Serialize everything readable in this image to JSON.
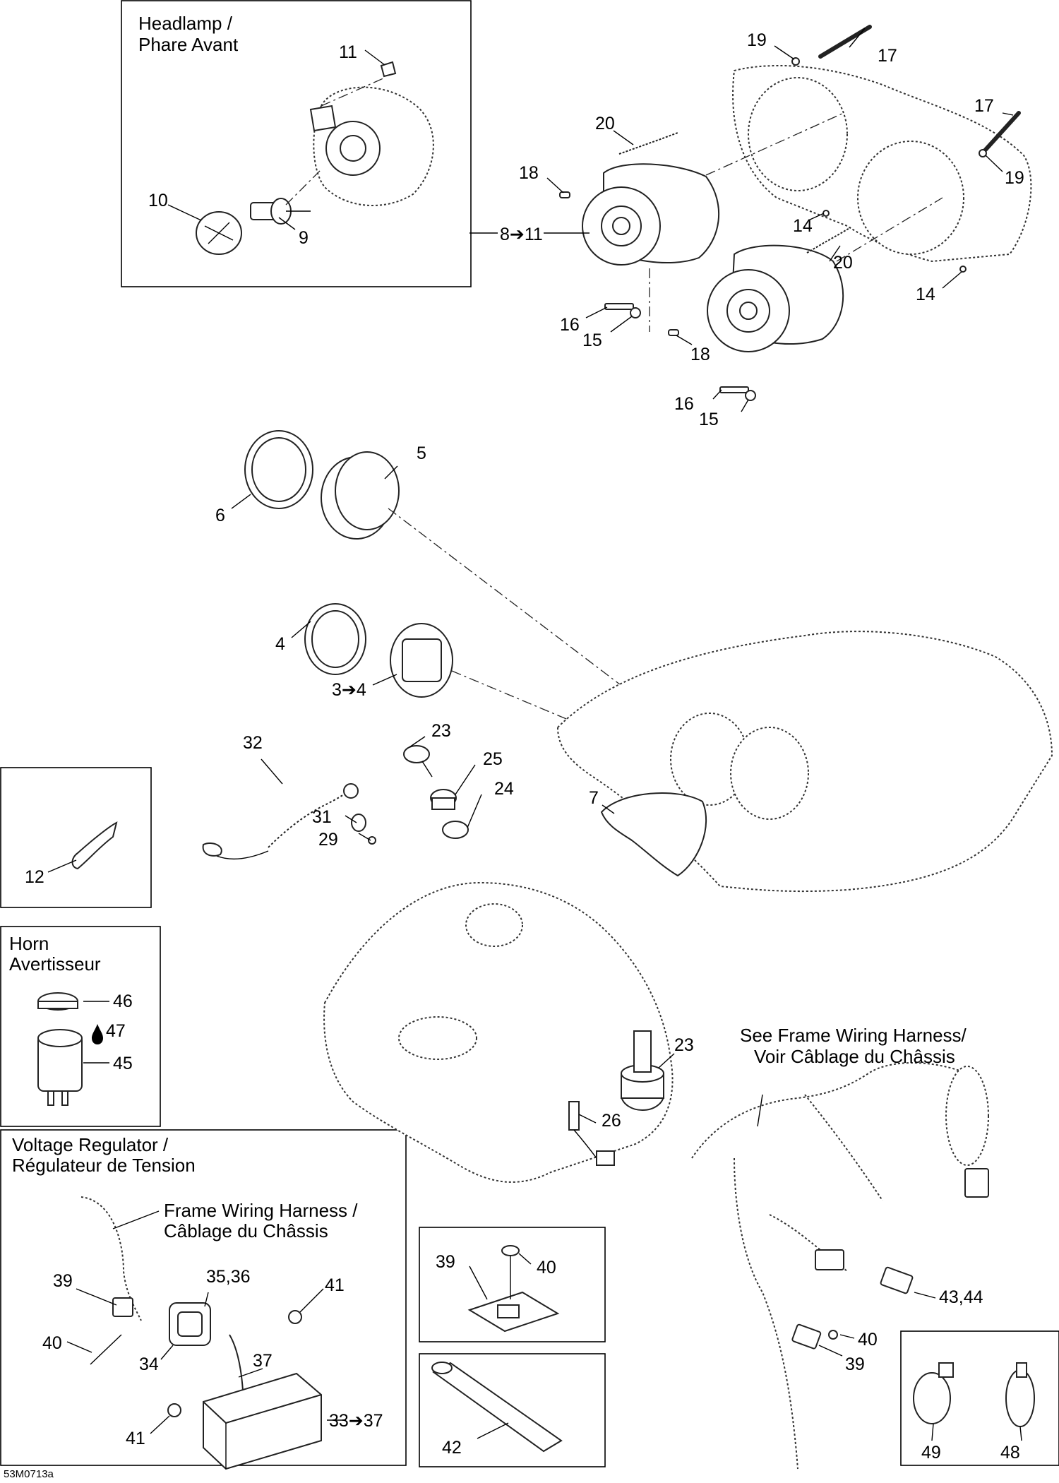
{
  "boxes": {
    "headlamp": {
      "title_line1": "Headlamp /",
      "title_line2": "Phare Avant"
    },
    "horn": {
      "title_line1": "Horn",
      "title_line2": "Avertisseur"
    },
    "voltage_regulator": {
      "title_line1": "Voltage Regulator /",
      "title_line2": "Régulateur de Tension",
      "note_line1": "Frame Wiring Harness /",
      "note_line2": "Câblage du Châssis"
    }
  },
  "harness_note": {
    "line1": "See Frame Wiring Harness/",
    "line2": "Voir Câblage du Châssis"
  },
  "callouts": {
    "c11_headlamp": "11",
    "c10": "10",
    "c9": "9",
    "c8_11": "8➔11",
    "c19_top": "19",
    "c17_top": "17",
    "c20_top": "20",
    "c17_right": "17",
    "c18_top": "18",
    "c19_right": "19",
    "c14_mid": "14",
    "c20_mid": "20",
    "c14_right": "14",
    "c16_a": "16",
    "c15_a": "15",
    "c18_b": "18",
    "c16_b": "16",
    "c15_b": "15",
    "c5": "5",
    "c6": "6",
    "c4": "4",
    "c3_4": "3➔4",
    "c23_key": "23",
    "c25": "25",
    "c24": "24",
    "c32": "32",
    "c31": "31",
    "c29": "29",
    "c7": "7",
    "c12": "12",
    "c46": "46",
    "c47": "47",
    "c45": "45",
    "c23_switch": "23",
    "c26": "26",
    "c39_vr": "39",
    "c35_36": "35,36",
    "c41_top": "41",
    "c40_vr": "40",
    "c34": "34",
    "c37": "37",
    "c41_bottom": "41",
    "c33_37": "33➔37",
    "c39_box": "39",
    "c40_box": "40",
    "c43_44": "43,44",
    "c40_h": "40",
    "c39_h": "39",
    "c42": "42",
    "c49": "49",
    "c48": "48"
  },
  "drop_icon": "drop-icon",
  "figure_code": "53M0713a"
}
